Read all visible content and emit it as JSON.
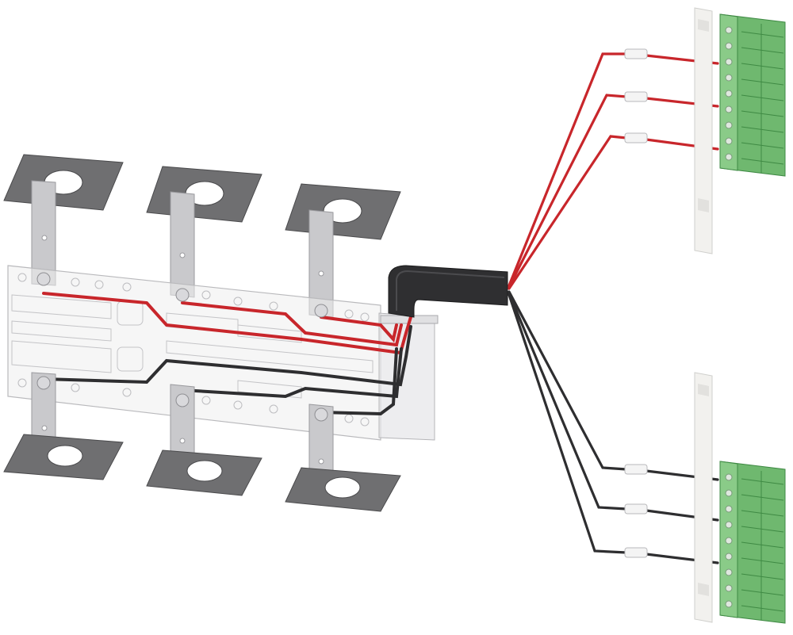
{
  "image": {
    "description_kind": "product-render",
    "colors": {
      "background": "#ffffff",
      "plate": "#6f6f71",
      "plate_edge": "#4a4a4c",
      "bracket": "#c9c9cc",
      "bracket_edge": "#9a9a9e",
      "carrier_frame": "#d4d4d6",
      "red_wire": "#c8262b",
      "black_wire": "#2e2e30",
      "sleeve": "#2f2f31",
      "terminal_green": "#6fb86f",
      "terminal_green_dark": "#3f8a44",
      "terminal_rail": "#f2f1ee",
      "ferrule": "#f4f4f4"
    },
    "components": {
      "mounting_brackets": 6,
      "red_wires": 3,
      "black_wires": 3,
      "terminal_blocks": 2
    }
  }
}
